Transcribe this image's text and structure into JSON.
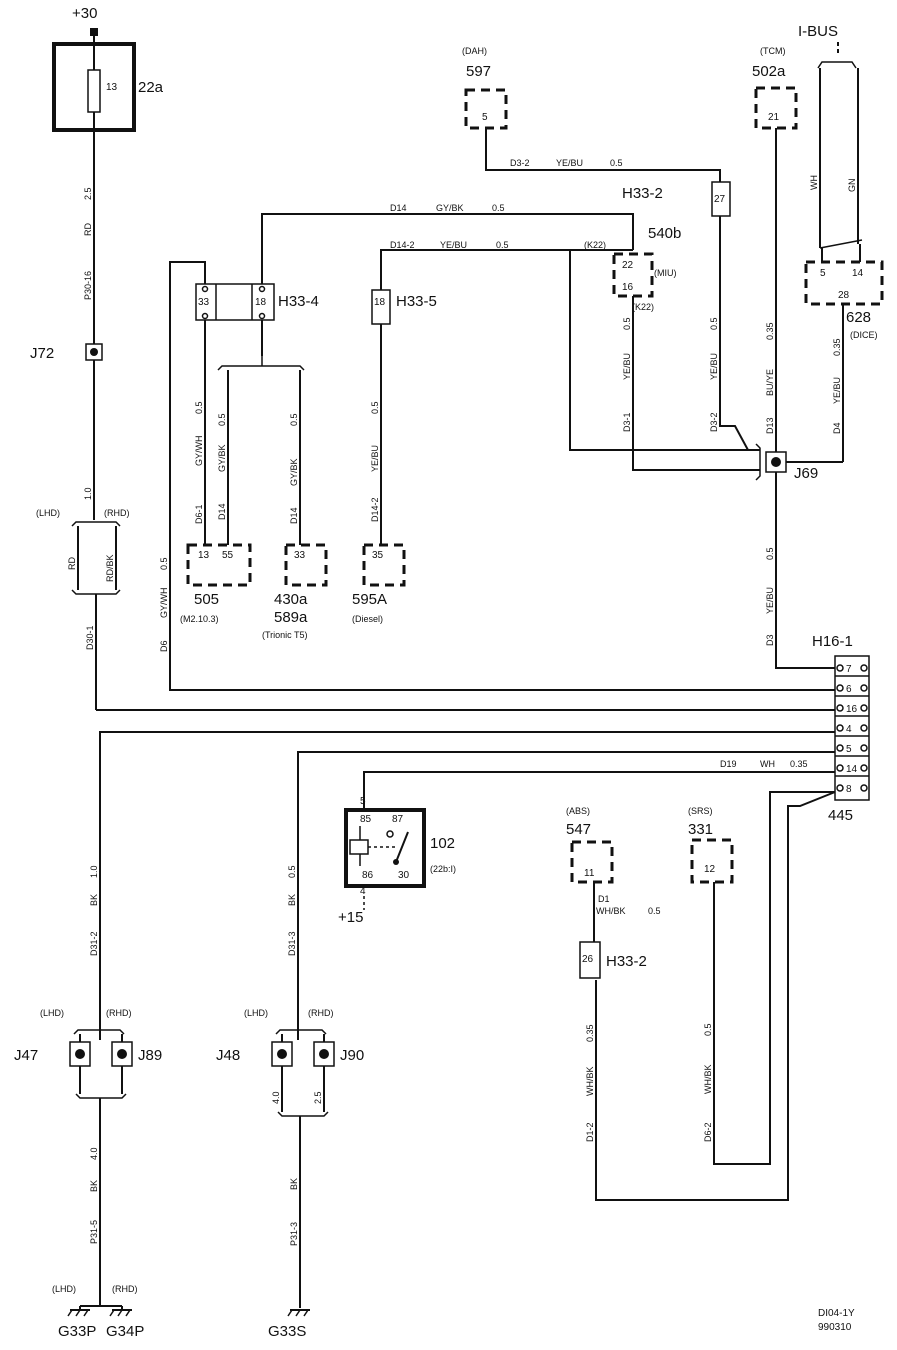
{
  "supply": {
    "plus30": "+30",
    "plus15": "+15"
  },
  "fuse": {
    "id": "22a",
    "pin": "13"
  },
  "connectors": {
    "j72": "J72",
    "j69": "J69",
    "j47": "J47",
    "j89": "J89",
    "j48": "J48",
    "j90": "J90",
    "h33_4": "H33-4",
    "h33_4_pin_a": "33",
    "h33_4_pin_b": "18",
    "h33_5": "H33-5",
    "h33_5_pin": "18",
    "h33_2_top": "H33-2",
    "h33_2_top_pin": "27",
    "h33_2_bottom": "H33-2",
    "h33_2_bottom_pin": "26",
    "h16_1": "H16-1",
    "h16_1_sub": "445",
    "h16_1_pins": [
      "7",
      "6",
      "16",
      "4",
      "5",
      "14",
      "8"
    ]
  },
  "components": {
    "c597": {
      "id": "597",
      "note": "(DAH)",
      "pin": "5"
    },
    "c502a": {
      "id": "502a",
      "note": "(TCM)",
      "pin": "21"
    },
    "ibus": {
      "label": "I-BUS"
    },
    "c628": {
      "id": "628",
      "note": "(DICE)",
      "pins": [
        "5",
        "14",
        "28"
      ]
    },
    "c540b": {
      "id": "540b",
      "note_left": "(K22)",
      "note_right": "(MIU)",
      "note_bottom": "(K22)",
      "pins": [
        "22",
        "16"
      ]
    },
    "c505": {
      "id": "505",
      "note": "(M2.10.3)",
      "pins": [
        "13",
        "55"
      ]
    },
    "c430a": {
      "id": "430a",
      "id2": "589a",
      "note": "(Trionic T5)",
      "pin": "33"
    },
    "c595a": {
      "id": "595A",
      "note": "(Diesel)",
      "pin": "35"
    },
    "relay102": {
      "id": "102",
      "note": "(22b:I)",
      "pins": [
        "85",
        "87",
        "86",
        "30"
      ],
      "in_pin": "5",
      "out_pin": "4"
    },
    "c547": {
      "id": "547",
      "note": "(ABS)",
      "pin": "11"
    },
    "c331": {
      "id": "331",
      "note": "(SRS)",
      "pin": "12"
    }
  },
  "wires": {
    "d3_2_top": {
      "code": "D3-2",
      "color": "YE/BU",
      "size": "0.5"
    },
    "d14_top": {
      "code": "D14",
      "color": "GY/BK",
      "size": "0.5"
    },
    "d14_2_top": {
      "code": "D14-2",
      "color": "YE/BU",
      "size": "0.5"
    },
    "d19": {
      "code": "D19",
      "color": "WH",
      "size": "0.35"
    },
    "d1_top": {
      "code": "D1",
      "color": "WH/BK",
      "size": "0.5"
    },
    "fuse_down": {
      "size": "2.5",
      "color": "RD",
      "code": "P30-16"
    },
    "lhd_down": {
      "size": "1.0",
      "color_lhd": "RD",
      "color_rhd": "RD/BK",
      "code": "D30-1"
    },
    "d6": {
      "size": "0.5",
      "color": "GY/WH",
      "code": "D6"
    },
    "d6_1": {
      "size": "0.5",
      "color": "GY/WH",
      "code": "D6-1"
    },
    "d14_505": {
      "size": "0.5",
      "color": "GY/BK",
      "code": "D14"
    },
    "d14_430": {
      "size": "0.5",
      "color": "GY/BK",
      "code": "D14"
    },
    "d14_2": {
      "size": "0.5",
      "color": "YE/BU",
      "code": "D14-2"
    },
    "d3_1": {
      "size": "0.5",
      "color": "YE/BU",
      "code": "D3-1"
    },
    "d3_2": {
      "size": "0.5",
      "color": "YE/BU",
      "code": "D3-2"
    },
    "d13": {
      "size": "0.35",
      "color": "BU/YE",
      "code": "D13"
    },
    "d4": {
      "size": "0.35",
      "color": "YE/BU",
      "code": "D4"
    },
    "d3": {
      "size": "0.5",
      "color": "YE/BU",
      "code": "D3"
    },
    "ibus_wh": "WH",
    "ibus_gn": "GN",
    "d31_2": {
      "size": "1.0",
      "color": "BK",
      "code": "D31-2"
    },
    "d31_3": {
      "size": "0.5",
      "color": "BK",
      "code": "D31-3"
    },
    "p31_5": {
      "size": "4.0",
      "color": "BK",
      "code": "P31-5"
    },
    "p31_3": {
      "color": "BK",
      "code": "P31-3"
    },
    "j48_sizes": [
      "4.0",
      "2.5"
    ],
    "d1_2": {
      "size": "0.35",
      "color": "WH/BK",
      "code": "D1-2"
    },
    "d6_2": {
      "size": "0.5",
      "color": "WH/BK",
      "code": "D6-2"
    }
  },
  "sides": {
    "lhd": "(LHD)",
    "rhd": "(RHD)"
  },
  "grounds": {
    "g33p": "G33P",
    "g34p": "G34P",
    "g33s": "G33S"
  },
  "footer": {
    "code": "DI04-1Y",
    "date": "990310"
  }
}
